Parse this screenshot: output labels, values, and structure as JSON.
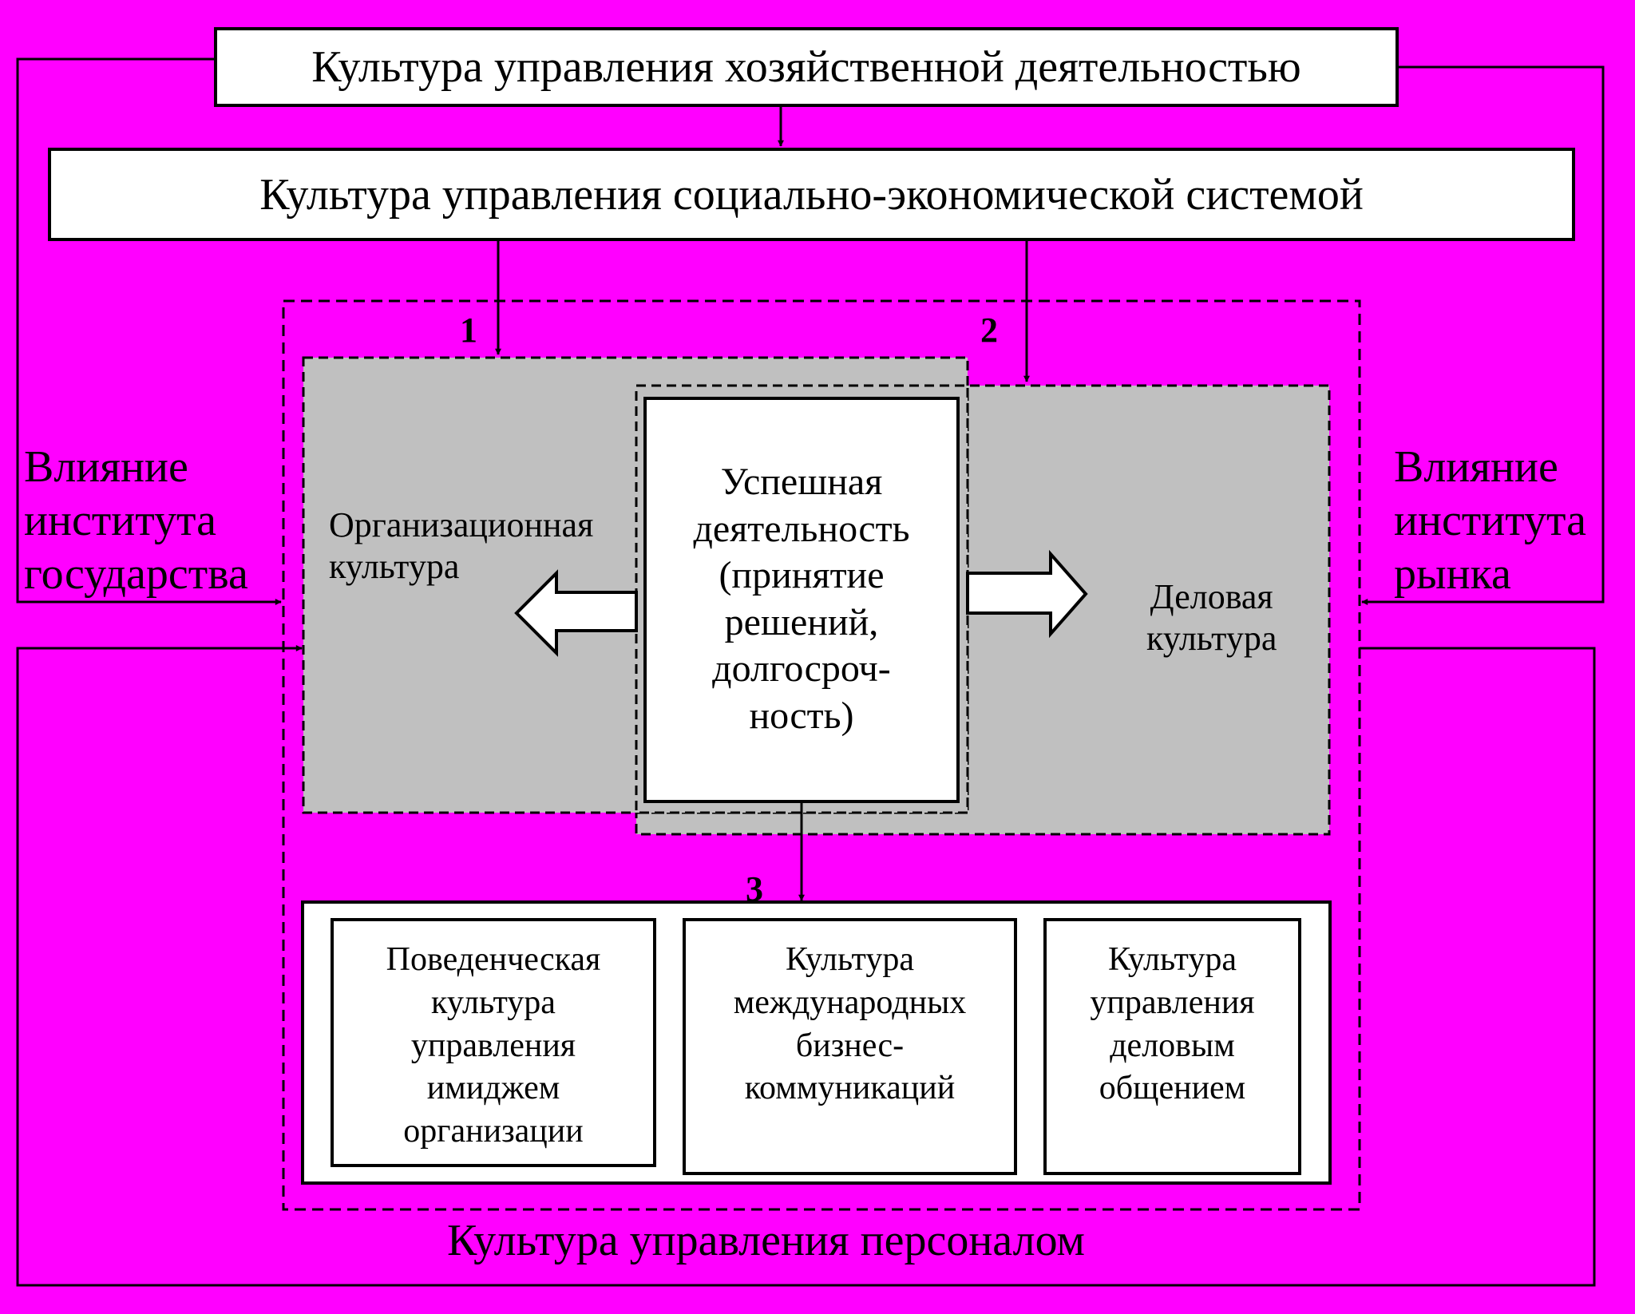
{
  "top_box": "Культура управления хозяйственной деятельностью",
  "second_box": "Культура  управления социально-экономической системой",
  "left_influence": "Влияние\nинститута\nгосударства",
  "right_influence": "Влияние\nинститута\nрынка",
  "marker_1": "1",
  "marker_2": "2",
  "marker_3": "3",
  "org_culture": "Организационная\nкультура",
  "business_culture": "Деловая\nкультура",
  "center": "Успешная\nдеятельность\n(принятие\nрешений,\nдолгосроч-\nность)",
  "bottom_boxes": [
    "Поведенческая\nкультура\nуправления\nимиджем\nорганизации",
    "Культура\nмеждународных\nбизнес-\nкоммуникаций",
    "Культура\nуправления\nделовым\nобщением"
  ],
  "bottom_title": "Культура управления персоналом",
  "colors": {
    "background": "#ff00ff",
    "gray_panel": "#c0c0c0"
  }
}
